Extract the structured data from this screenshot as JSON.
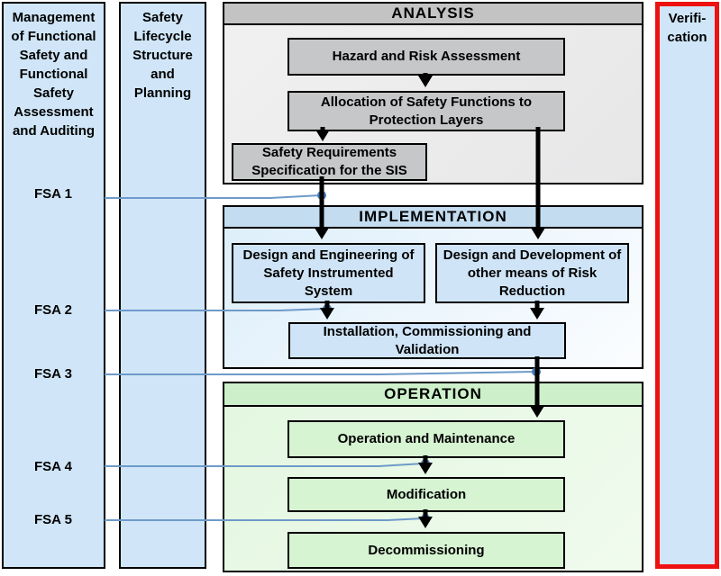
{
  "columns": {
    "management": {
      "lines": [
        "Management",
        "of Functional",
        "Safety and",
        "Functional",
        "Safety",
        "Assessment",
        "and Auditing"
      ]
    },
    "lifecycle": {
      "lines": [
        "Safety",
        "Lifecycle",
        "Structure",
        "and",
        "Planning"
      ]
    },
    "verification": {
      "lines": [
        "Verifi-",
        "cation"
      ]
    }
  },
  "fsa_labels": [
    {
      "label": "FSA 1"
    },
    {
      "label": "FSA 2"
    },
    {
      "label": "FSA 3"
    },
    {
      "label": "FSA 4"
    },
    {
      "label": "FSA 5"
    }
  ],
  "sections": {
    "analysis": {
      "title": "ANALYSIS",
      "boxes": [
        {
          "label": "Hazard and Risk Assessment"
        },
        {
          "label": "Allocation of Safety Functions to Protection Layers"
        },
        {
          "label": "Safety Requirements Specification for the SIS"
        }
      ]
    },
    "implementation": {
      "title": "IMPLEMENTATION",
      "boxes": [
        {
          "label": "Design and Engineering of Safety Instrumented System"
        },
        {
          "label": "Design and Development of other means of Risk Reduction"
        },
        {
          "label": "Installation, Commissioning and Validation"
        }
      ]
    },
    "operation": {
      "title": "OPERATION",
      "boxes": [
        {
          "label": "Operation and Maintenance"
        },
        {
          "label": "Modification"
        },
        {
          "label": "Decommissioning"
        }
      ]
    }
  },
  "colors": {
    "column_fill": "#d0e6f8",
    "analysis_header": "#c3c3c3",
    "analysis_box": "#c5c7c8",
    "implementation_header": "#c3dcf0",
    "implementation_box": "#cfe4f6",
    "operation_header": "#cdf0ca",
    "operation_box": "#d6f3d2",
    "verification_border": "#ee1111",
    "connector_blue": "#6e9ac9",
    "connector_dot": "#4a7cb8",
    "arrow_black": "#000000"
  }
}
